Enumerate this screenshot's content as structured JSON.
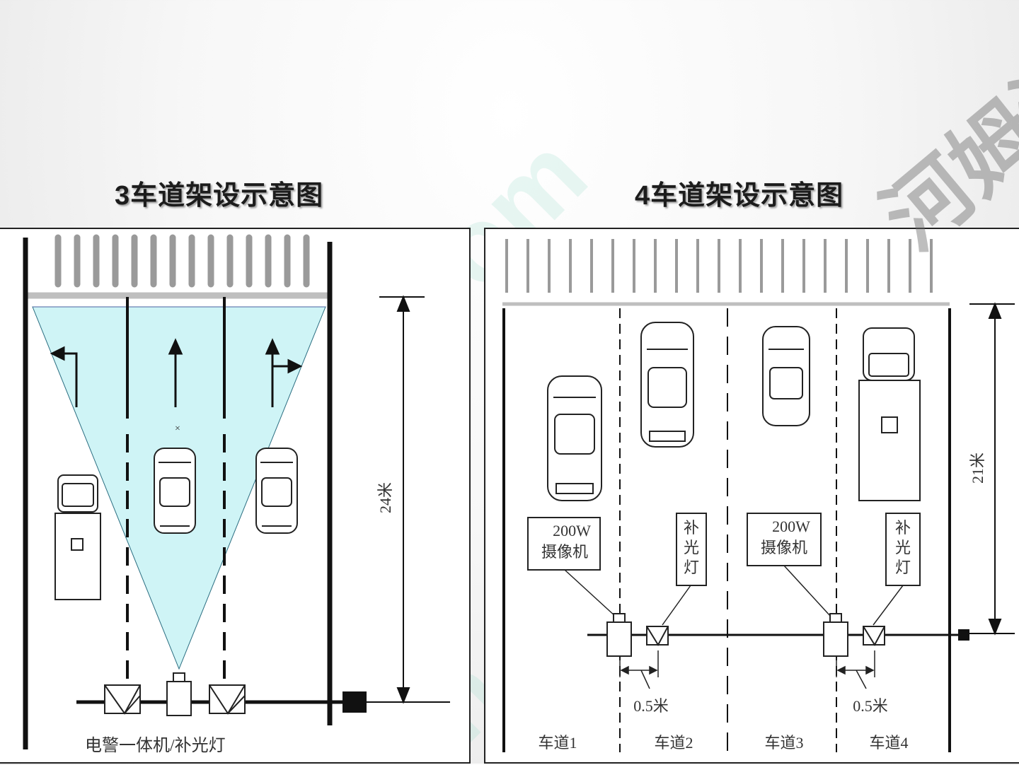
{
  "slide": {
    "title_left": "3车道架设示意图",
    "title_right": "4车道架设示意图"
  },
  "left_diagram": {
    "distance_label": "24米",
    "caption": "电警一体机/补光灯",
    "center_mark": "×",
    "colors": {
      "coverage": "#cff4f6",
      "road": "#111111",
      "stop_line": "#bfbfbf"
    }
  },
  "right_diagram": {
    "distance_label": "21米",
    "camera_box_1": {
      "line1": "200W",
      "line2": "摄像机"
    },
    "light_box_1": {
      "lines": [
        "补",
        "光",
        "灯"
      ]
    },
    "camera_box_2": {
      "line1": "200W",
      "line2": "摄像机"
    },
    "light_box_2": {
      "lines": [
        "补",
        "光",
        "灯"
      ]
    },
    "spacing_label_1": "0.5米",
    "spacing_label_2": "0.5米",
    "lanes": [
      "车道1",
      "车道2",
      "车道3",
      "车道4"
    ]
  },
  "watermark": {
    "brand": "河姆渡",
    "url": "homedo.com"
  }
}
